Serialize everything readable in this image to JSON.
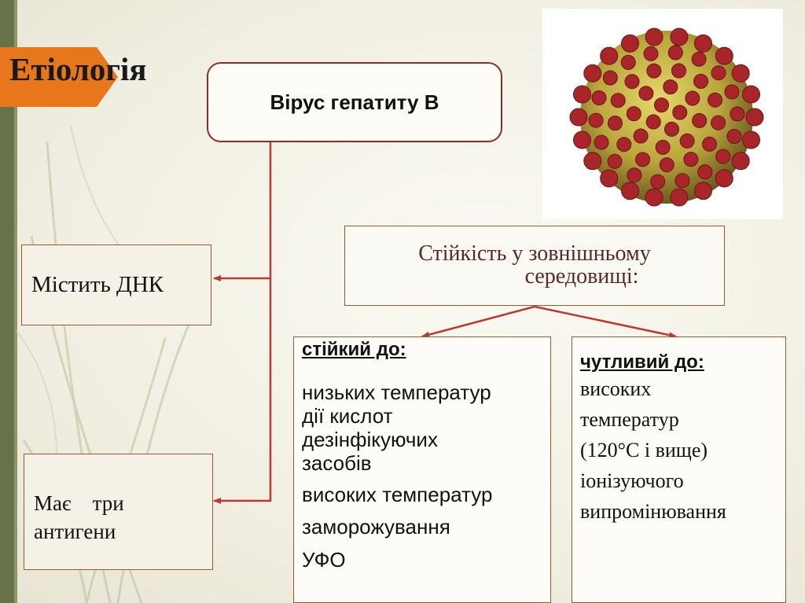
{
  "title": "Етіологія",
  "virus": "Вірус гепатиту В",
  "dna": "Містить ДНК",
  "antigens": {
    "line1": "Має    три",
    "line2": "антигени"
  },
  "stability": {
    "line1": "Стійкість у зовнішньому",
    "line2": "середовищі:"
  },
  "resistant": {
    "header": "стійкий до:",
    "items": [
      "низьких температур",
      "дії кислот",
      "дезінфікуючих",
      "засобів",
      "високих температур",
      "заморожування",
      "УФО"
    ]
  },
  "sensitive": {
    "header": "чутливий до:",
    "items": [
      "високих",
      "температур",
      "(120°С і вище)",
      "іонізуючого",
      "випромінювання"
    ]
  },
  "colors": {
    "accent": "#e8771b",
    "arrow": "#b83a30",
    "border": "#9a5a2a",
    "sidebar": "#68724a"
  }
}
